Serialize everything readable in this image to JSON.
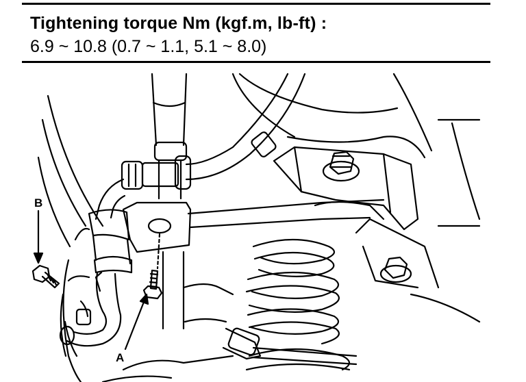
{
  "spec": {
    "title": "Tightening torque Nm (kgf.m, lb-ft) :",
    "value": "6.9 ~ 10.8 (0.7 ~ 1.1, 5.1 ~ 8.0)"
  },
  "callouts": {
    "a": "A",
    "b": "B"
  }
}
